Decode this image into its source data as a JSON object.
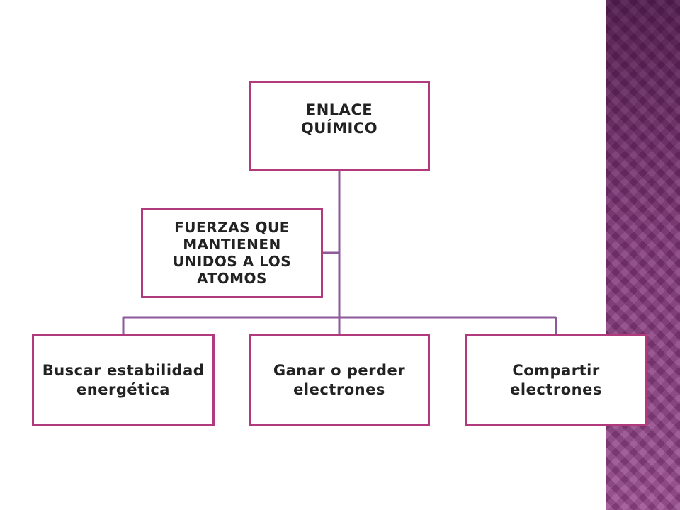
{
  "diagram": {
    "root": {
      "label": "ENLACE QUÍMICO"
    },
    "assistant": {
      "label": "FUERZAS QUE MANTIENEN UNIDOS A LOS ATOMOS"
    },
    "children": [
      {
        "label": "Buscar estabilidad energética"
      },
      {
        "label": "Ganar o perder electrones"
      },
      {
        "label": "Compartir electrones"
      }
    ]
  },
  "colors": {
    "node_border": "#b03a7c",
    "connector": "#8e5a9a",
    "side_band": "#8e3a84"
  }
}
